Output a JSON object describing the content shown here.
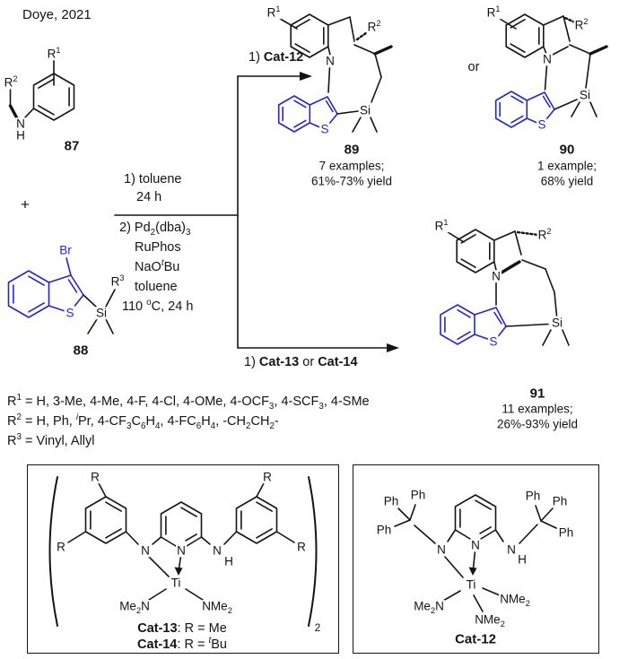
{
  "attribution": "Doye, 2021",
  "colors": {
    "blue": "#2626c9",
    "ink": "#141414"
  },
  "atoms": {
    "N": "N",
    "H": "H",
    "S": "S",
    "Si": "Si",
    "Br": "Br",
    "Ti": "Ti",
    "R": "R",
    "Ph": "Ph",
    "plus": "+",
    "or": "or",
    "paren_sub": "2",
    "r1": [
      {
        "t": "R"
      },
      {
        "t": "1",
        "s": "sup"
      }
    ],
    "r2": [
      {
        "t": "R"
      },
      {
        "t": "2",
        "s": "sup"
      }
    ],
    "r3": [
      {
        "t": "R"
      },
      {
        "t": "3",
        "s": "sup"
      }
    ],
    "me2n": [
      {
        "t": "Me"
      },
      {
        "t": "2",
        "s": "sub"
      },
      {
        "t": "N"
      }
    ],
    "nme2": [
      {
        "t": "NMe"
      },
      {
        "t": "2",
        "s": "sub"
      }
    ]
  },
  "compounds": {
    "c87": {
      "number": "87"
    },
    "c88": {
      "number": "88"
    },
    "c89": {
      "number": "89",
      "examples": "7 examples;",
      "yield": "61%-73% yield"
    },
    "c90": {
      "number": "90",
      "examples": "1 example;",
      "yield": "68% yield"
    },
    "c91": {
      "number": "91",
      "examples": "11 examples;",
      "yield": "26%-93% yield"
    }
  },
  "conditions": {
    "step1a": "1) toluene",
    "step1b": "24 h",
    "step2a": [
      {
        "t": "2) Pd"
      },
      {
        "t": "2",
        "s": "sub"
      },
      {
        "t": "(dba)"
      },
      {
        "t": "3",
        "s": "sub"
      }
    ],
    "step2b": "RuPhos",
    "step2c": [
      {
        "t": "NaO"
      },
      {
        "t": "t",
        "s": "isup"
      },
      {
        "t": "Bu"
      }
    ],
    "step2d": "toluene",
    "step2e": [
      {
        "t": "110 "
      },
      {
        "t": "o",
        "s": "sup"
      },
      {
        "t": "C, 24 h"
      }
    ],
    "branch_top": [
      {
        "t": "1) "
      },
      {
        "t": "Cat-12",
        "s": "b"
      }
    ],
    "branch_bottom": [
      {
        "t": "1) "
      },
      {
        "t": "Cat-13",
        "s": "b"
      },
      {
        "t": " or "
      },
      {
        "t": "Cat-14",
        "s": "b"
      }
    ]
  },
  "substituents": {
    "r1_line": [
      {
        "t": "R"
      },
      {
        "t": "1",
        "s": "sup"
      },
      {
        "t": " = H, 3-Me, 4-Me, 4-F, 4-Cl, 4-OMe, 4-OCF"
      },
      {
        "t": "3",
        "s": "sub"
      },
      {
        "t": ", 4-SCF"
      },
      {
        "t": "3",
        "s": "sub"
      },
      {
        "t": ", 4-SMe"
      }
    ],
    "r2_line": [
      {
        "t": "R"
      },
      {
        "t": "2",
        "s": "sup"
      },
      {
        "t": " = H, Ph, "
      },
      {
        "t": "i",
        "s": "isup"
      },
      {
        "t": "Pr, 4-CF"
      },
      {
        "t": "3",
        "s": "sub"
      },
      {
        "t": "C"
      },
      {
        "t": "6",
        "s": "sub"
      },
      {
        "t": "H"
      },
      {
        "t": "4",
        "s": "sub"
      },
      {
        "t": ", 4-FC"
      },
      {
        "t": "6",
        "s": "sub"
      },
      {
        "t": "H"
      },
      {
        "t": "4",
        "s": "sub"
      },
      {
        "t": ", -CH"
      },
      {
        "t": "2",
        "s": "sub"
      },
      {
        "t": "CH"
      },
      {
        "t": "2",
        "s": "sub"
      },
      {
        "t": "-"
      }
    ],
    "r3_line": [
      {
        "t": "R"
      },
      {
        "t": "3",
        "s": "sup"
      },
      {
        "t": " = Vinyl, Allyl"
      }
    ]
  },
  "catalysts": {
    "cat13": [
      {
        "t": "Cat-13",
        "s": "b"
      },
      {
        "t": ": R = Me"
      }
    ],
    "cat14": [
      {
        "t": "Cat-14",
        "s": "b"
      },
      {
        "t": ": R = "
      },
      {
        "t": "t",
        "s": "isup"
      },
      {
        "t": "Bu"
      }
    ],
    "cat12": "Cat-12"
  }
}
